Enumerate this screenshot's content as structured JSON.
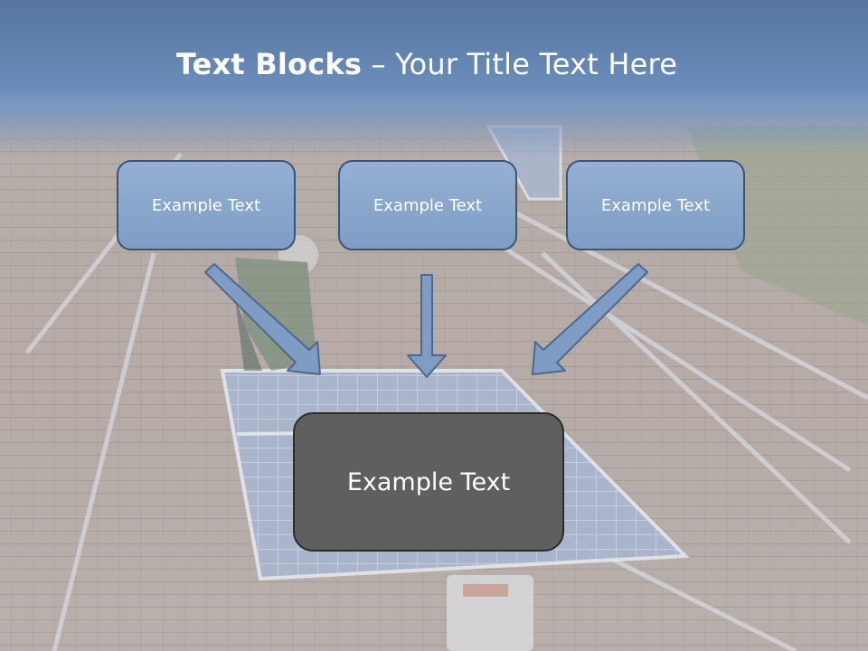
{
  "title": {
    "bold": "Text Blocks",
    "separator": " – ",
    "rest": "Your Title Text Here"
  },
  "boxes": [
    {
      "label": "Example Text"
    },
    {
      "label": "Example Text"
    },
    {
      "label": "Example Text"
    }
  ],
  "center": {
    "label": "Example Text"
  },
  "colors": {
    "header": "#5f80ad",
    "box_fill": "#8aa7cc",
    "box_border": "#3c5476",
    "center_fill": "#5f5f5f",
    "arrow": "#7f9dc4"
  }
}
